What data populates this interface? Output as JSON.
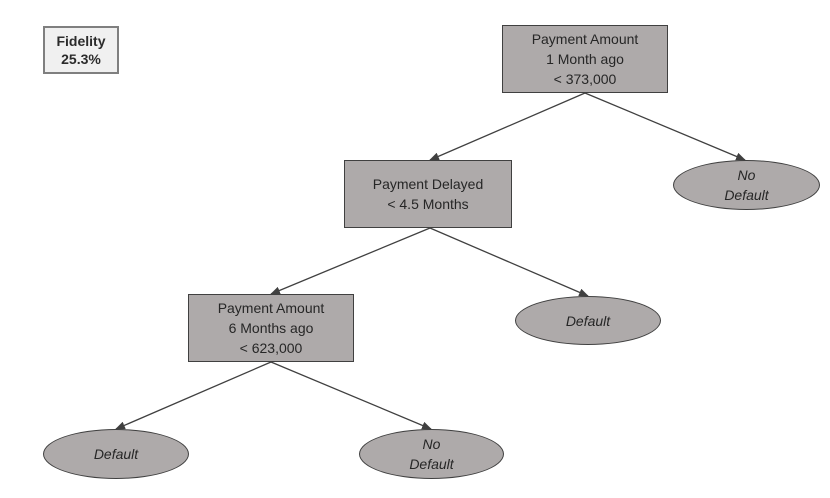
{
  "fidelity": {
    "label": "Fidelity",
    "value": "25.3%"
  },
  "tree": {
    "root": {
      "line1": "Payment Amount",
      "line2": "1 Month ago",
      "line3": "< 373,000"
    },
    "root_right_leaf": {
      "line1": "No",
      "line2": "Default"
    },
    "delay_node": {
      "line1": "Payment Delayed",
      "line2": "< 4.5 Months"
    },
    "delay_right_leaf": {
      "line1": "Default"
    },
    "amount6_node": {
      "line1": "Payment Amount",
      "line2": "6 Months ago",
      "line3": "< 623,000"
    },
    "amount6_left_leaf": {
      "line1": "Default"
    },
    "amount6_right_leaf": {
      "line1": "No",
      "line2": "Default"
    }
  },
  "colors": {
    "node_fill": "#aeaaaa",
    "node_border": "#404040",
    "badge_fill": "#f0f0f0",
    "badge_border": "#7f7f7f",
    "edge": "#404040"
  }
}
